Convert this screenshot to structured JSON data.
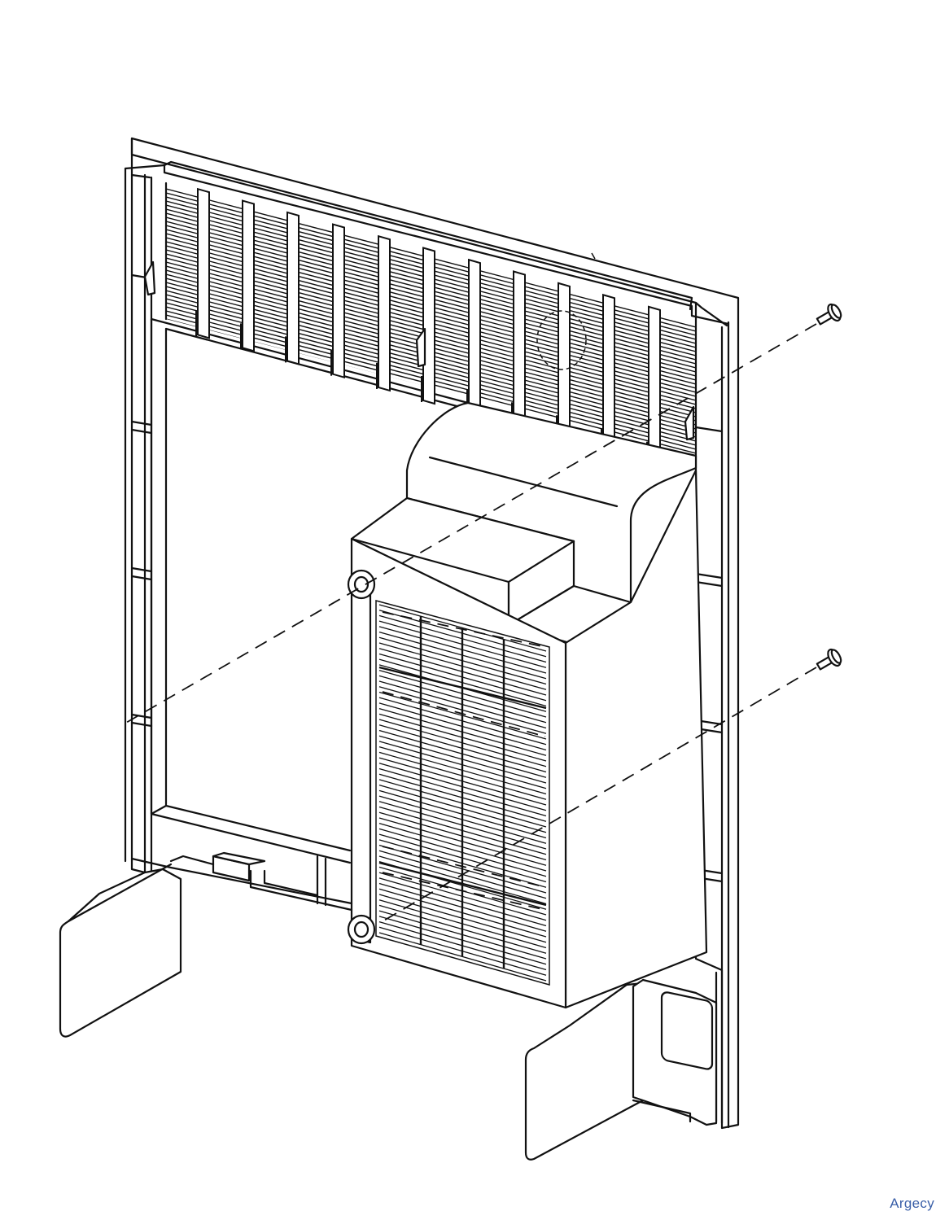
{
  "watermark": {
    "text": "Argecy",
    "color": "#3a5fa8"
  },
  "diagram": {
    "parts": [
      "cover-panel",
      "top-vent-grille",
      "vent-fins",
      "fan-duct",
      "filter-housing",
      "filter-grille",
      "mounting-screw-top",
      "mounting-screw-bottom",
      "left-foot-tab",
      "right-foot-tab",
      "assembly-guide-lines"
    ]
  }
}
